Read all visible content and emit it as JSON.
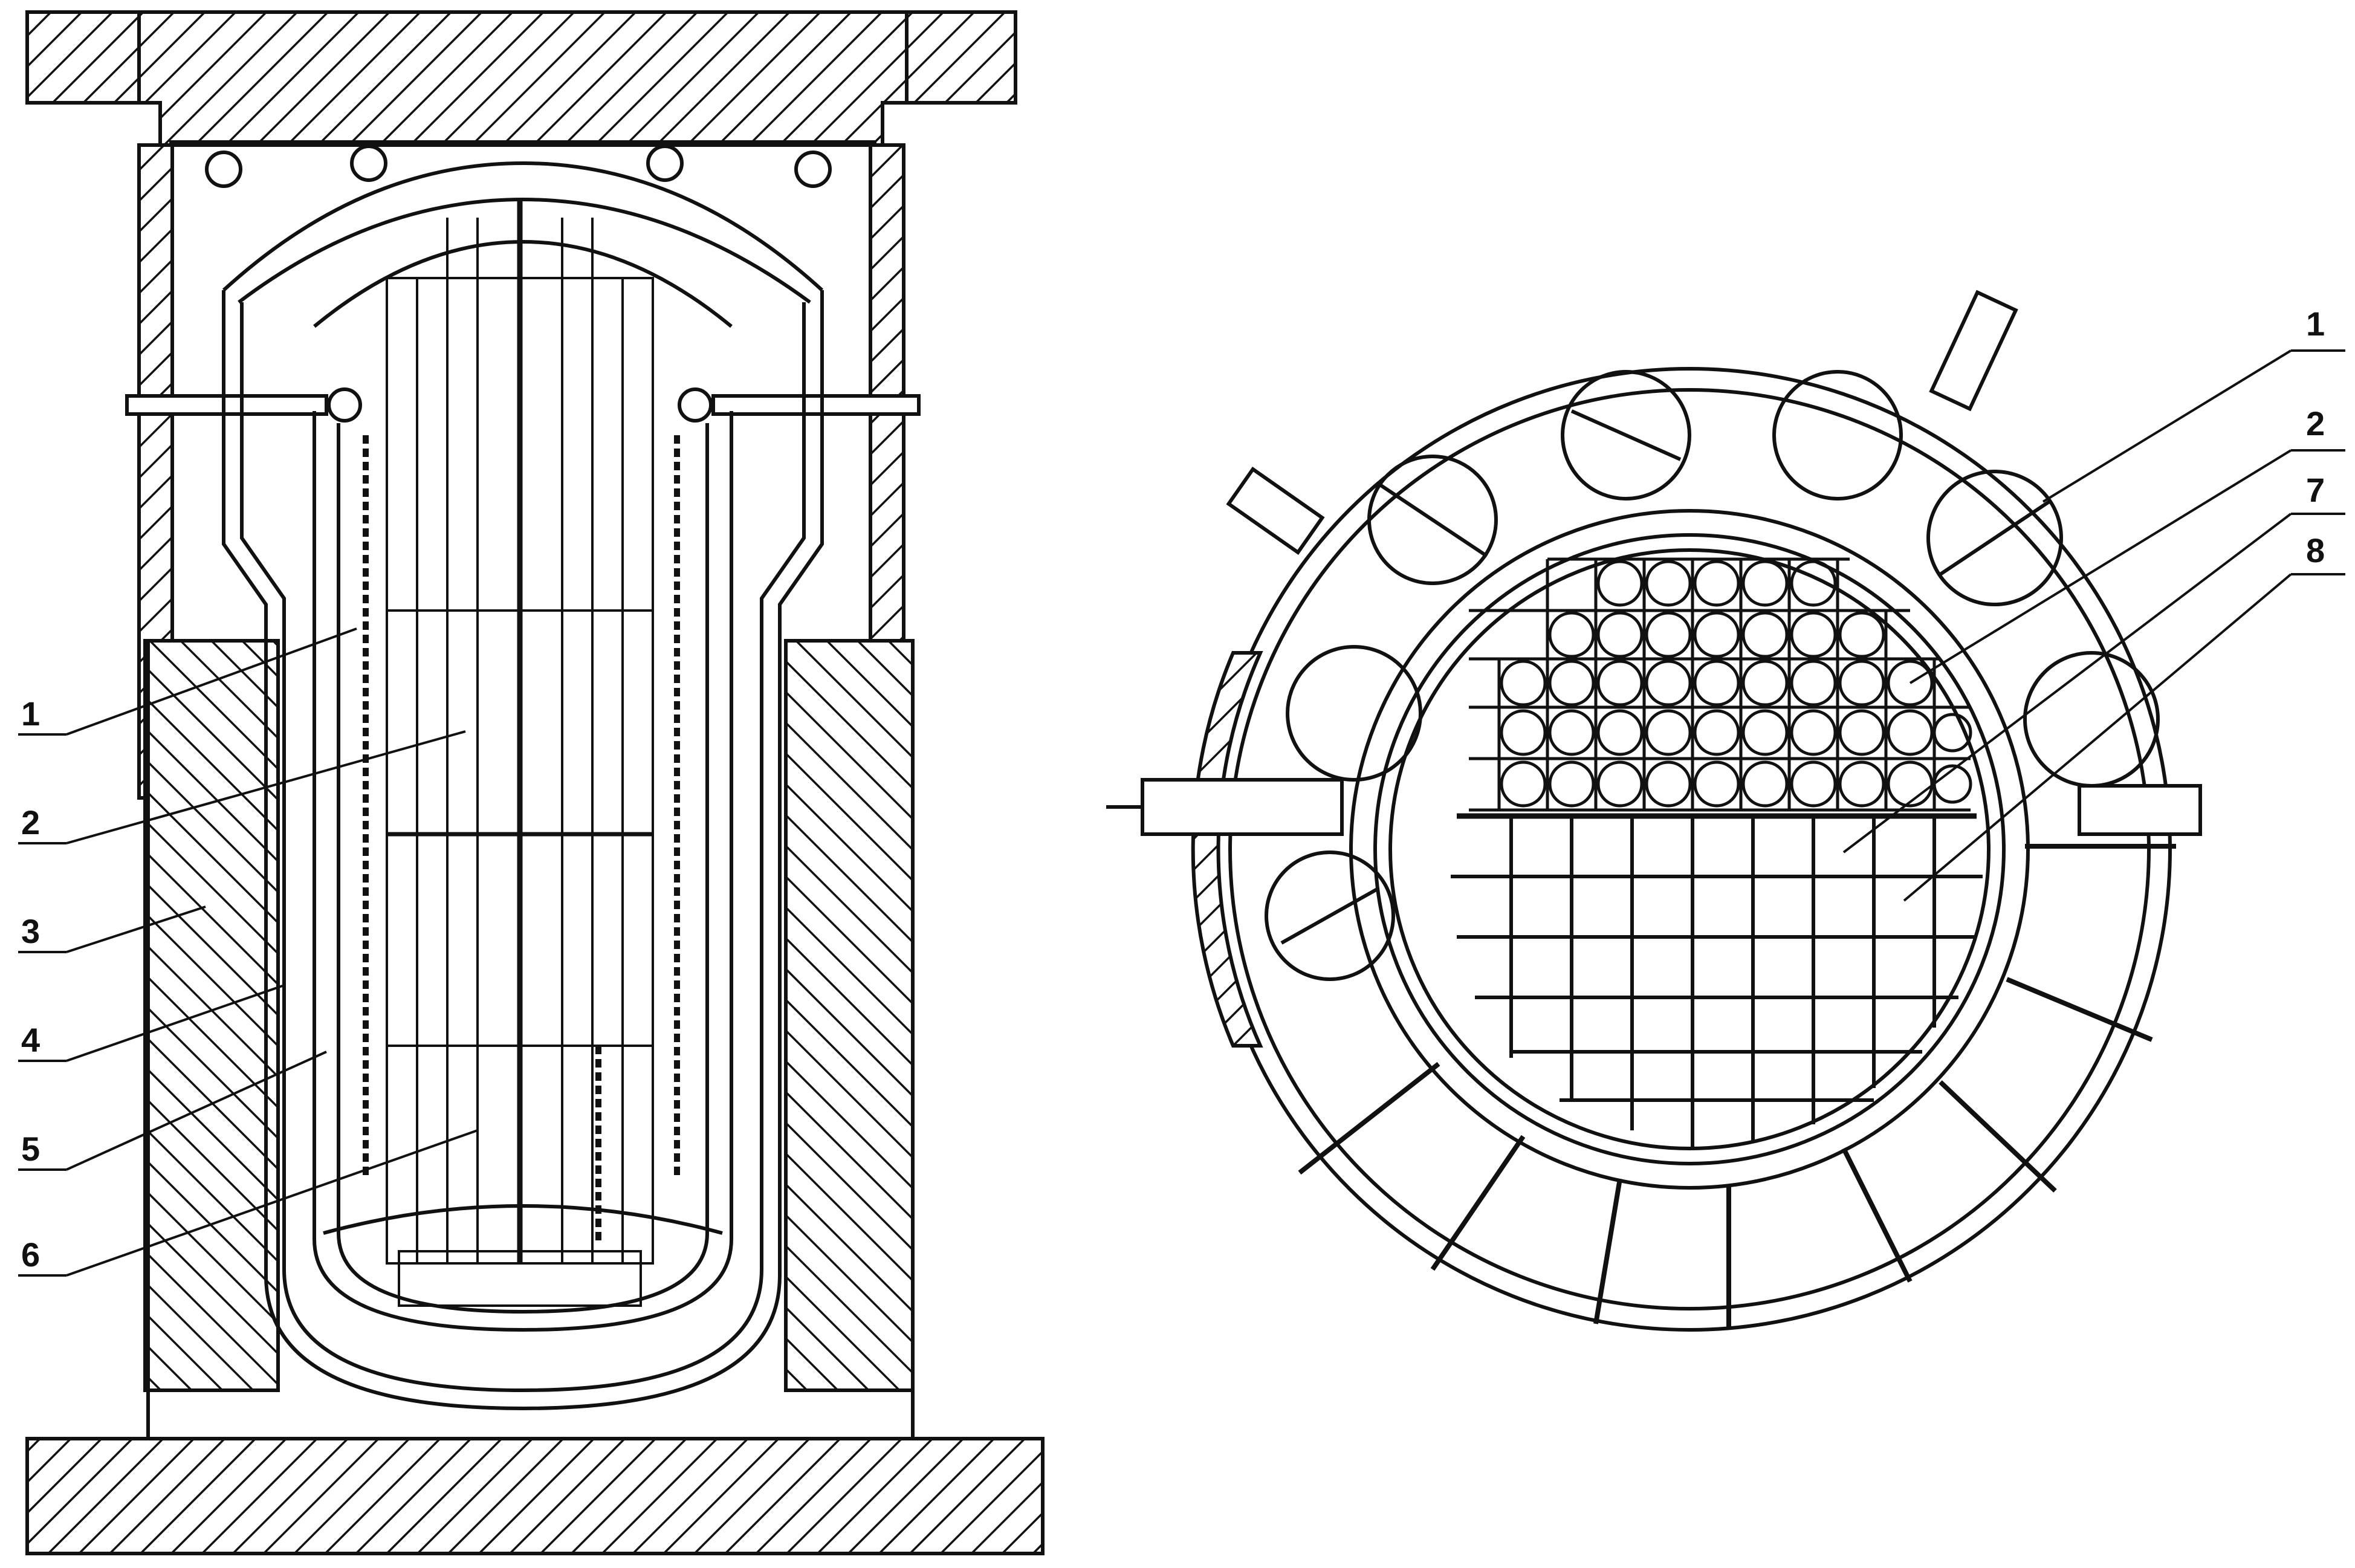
{
  "left_view": {
    "callouts": [
      {
        "label": "1"
      },
      {
        "label": "2"
      },
      {
        "label": "3"
      },
      {
        "label": "4"
      },
      {
        "label": "5"
      },
      {
        "label": "6"
      }
    ]
  },
  "right_view": {
    "callouts": [
      {
        "label": "1"
      },
      {
        "label": "2"
      },
      {
        "label": "7"
      },
      {
        "label": "8"
      }
    ]
  },
  "colors": {
    "ink": "#111111",
    "paper": "#ffffff"
  }
}
